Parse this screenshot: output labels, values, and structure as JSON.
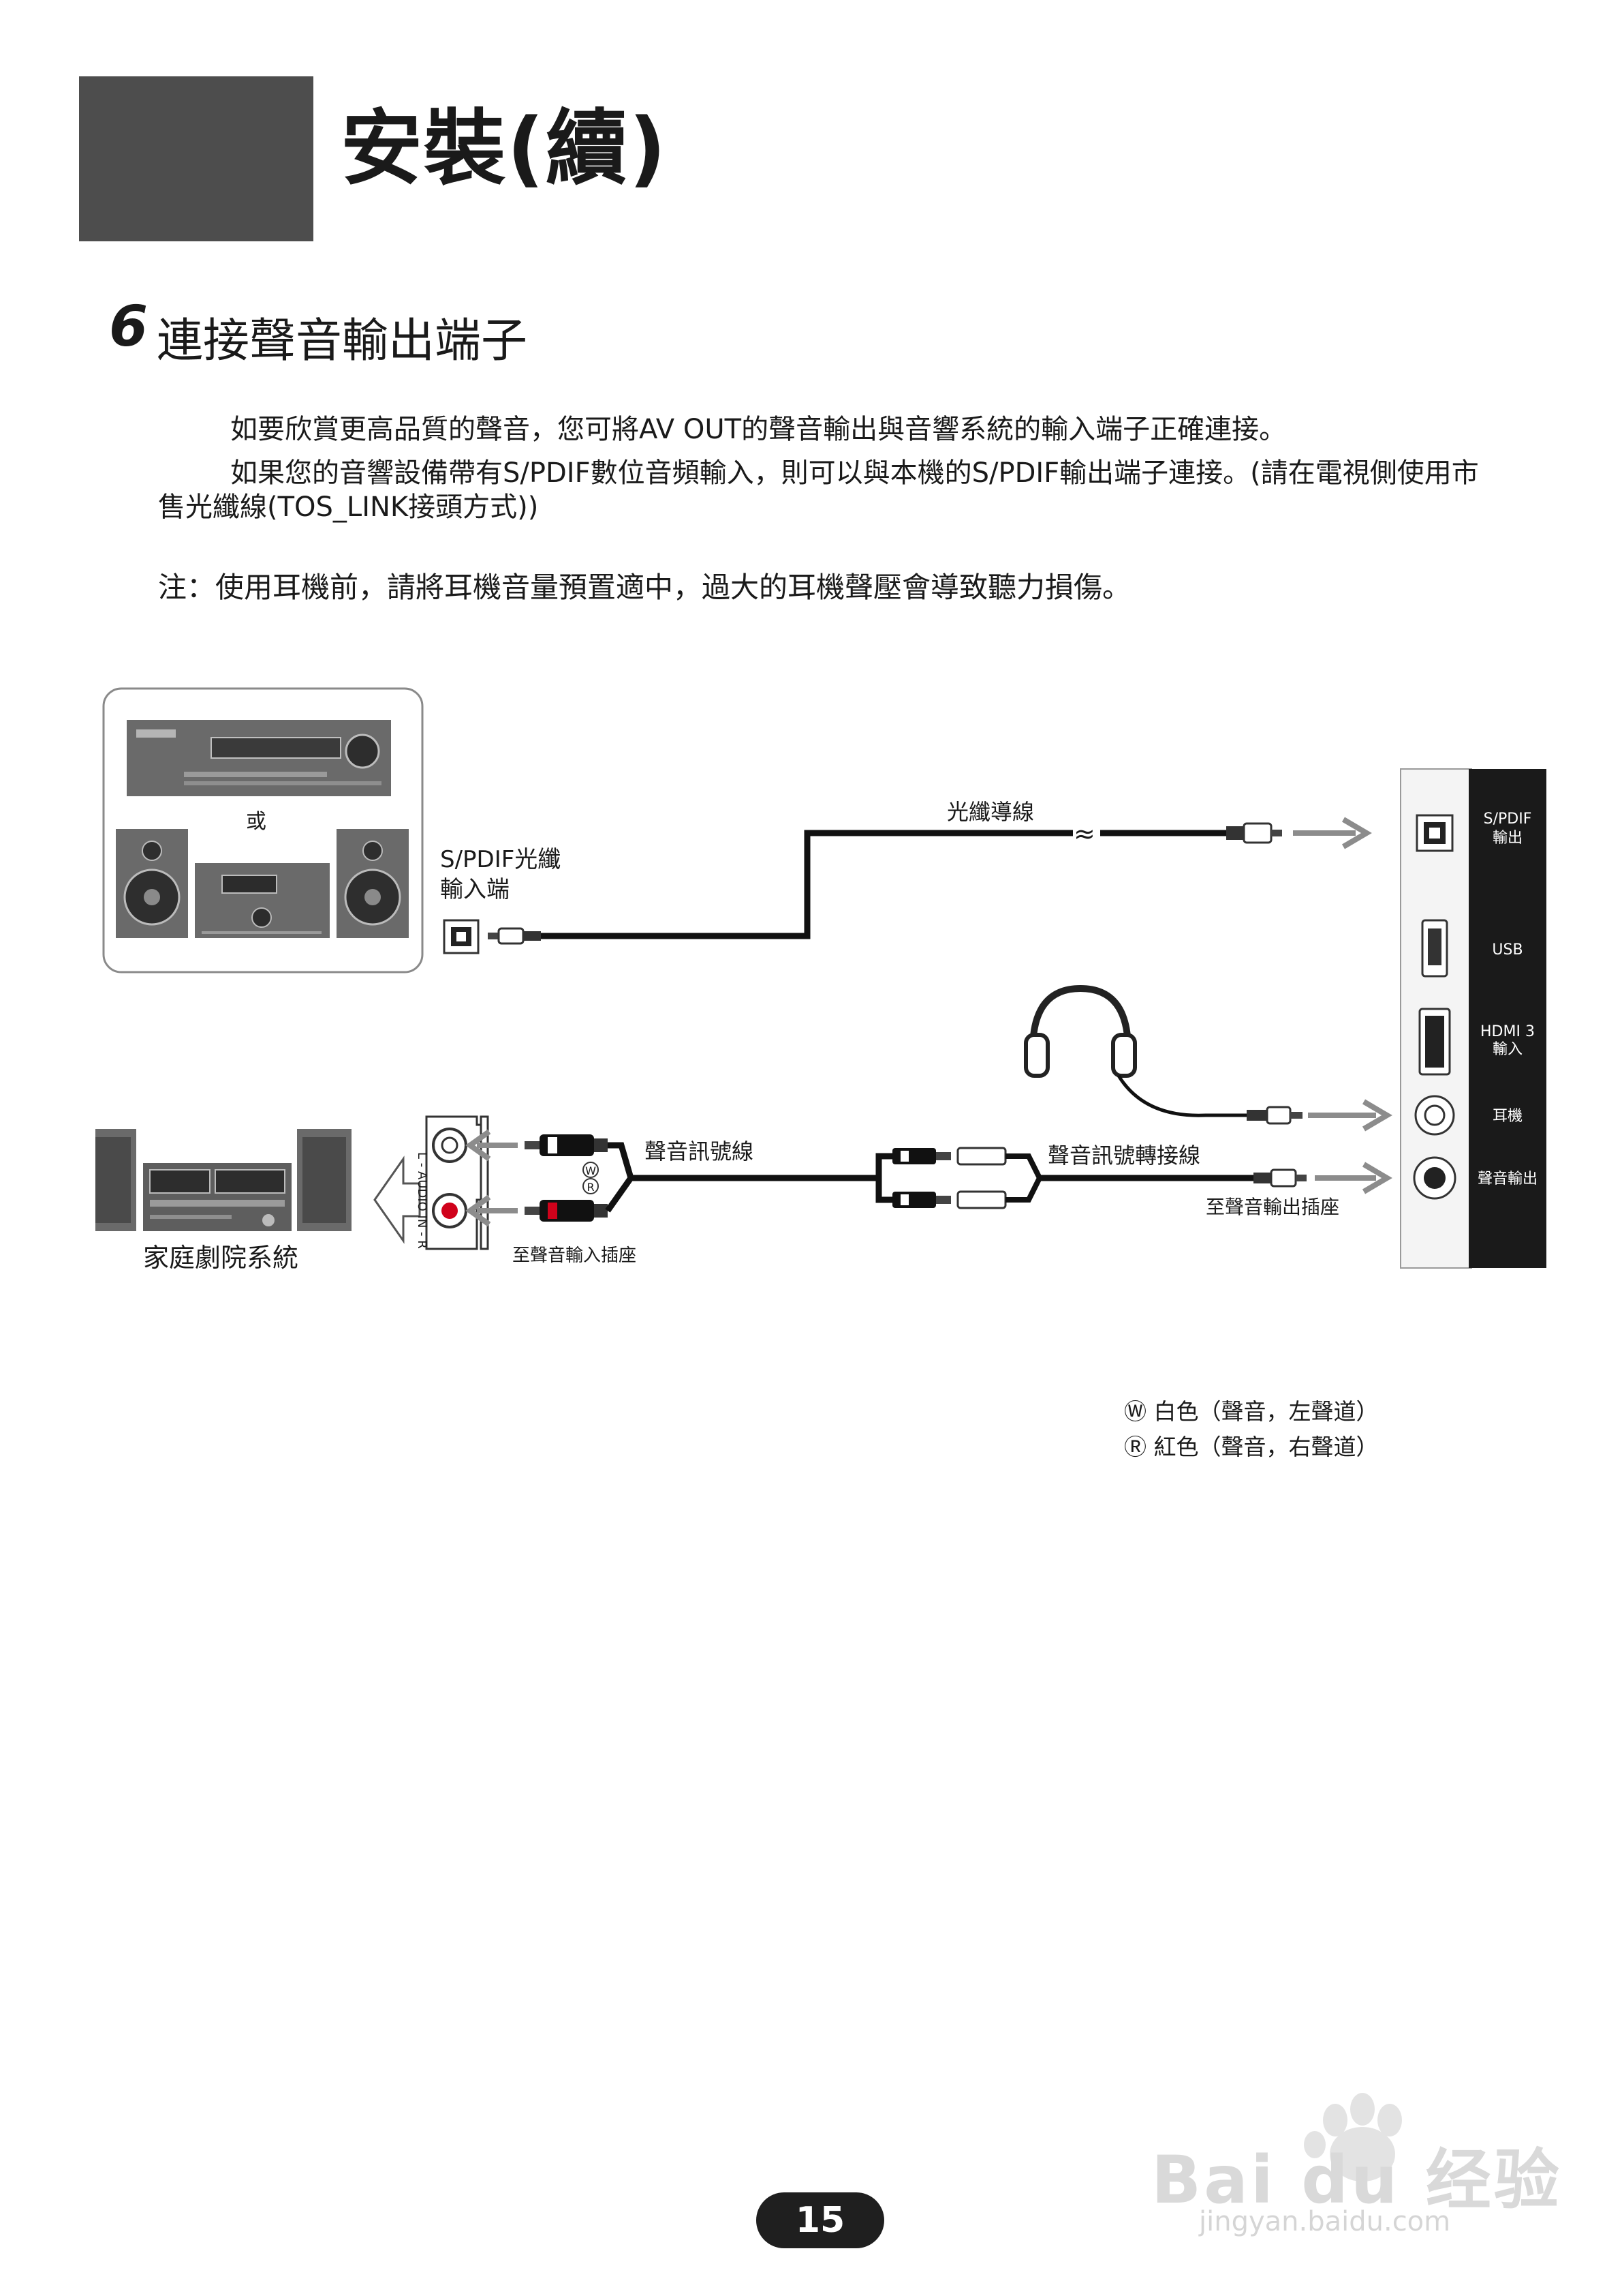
{
  "header": {
    "title": "安裝(續)"
  },
  "section": {
    "number": "6",
    "title": "連接聲音輸出端子"
  },
  "body": {
    "para1": "如要欣賞更高品質的聲音，您可將AV OUT的聲音輸出與音響系統的輸入端子正確連接。",
    "para2_line1": "如果您的音響設備帶有S/PDIF數位音頻輸入，則可以與本機的S/PDIF輸出端子連接。(請在電視側使用市",
    "para2_line2": "售光纖線(TOS_LINK接頭方式))",
    "note": "注：使用耳機前，請將耳機音量預置適中，過大的耳機聲壓會導致聽力損傷。"
  },
  "diagram": {
    "or_label": "或",
    "spdif_input_label_1": "S/PDIF光纖",
    "spdif_input_label_2": "輸入端",
    "optical_cable_label": "光纖導線",
    "tv_ports": {
      "spdif_1": "S/PDIF",
      "spdif_2": "輸出",
      "usb": "USB",
      "hdmi_1": "HDMI 3",
      "hdmi_2": "輸入",
      "headphone": "耳機",
      "audio_out": "聲音輸出"
    },
    "audio_cable_label": "聲音訊號線",
    "adapter_cable_label": "聲音訊號轉接線",
    "to_audio_input": "至聲音輸入插座",
    "to_audio_output": "至聲音輸出插座",
    "home_theater_label": "家庭劇院系統",
    "audio_in_panel": "L - AUDIO IN - R",
    "white_mark": "W",
    "red_mark": "R"
  },
  "legend": {
    "white_symbol": "Ⓦ",
    "white": "白色（聲音，左聲道）",
    "red_symbol": "Ⓡ",
    "red": "紅色（聲音，右聲道）"
  },
  "footer": {
    "page_number": "15"
  },
  "watermark": {
    "brand": "Bai du 经验",
    "url": "jingyan.baidu.com"
  },
  "colors": {
    "header_block": "#4d4d4d",
    "tv_panel": "#1a1a1a",
    "arrow_gray": "#8c8c8c",
    "red_jack": "#d0021b"
  }
}
